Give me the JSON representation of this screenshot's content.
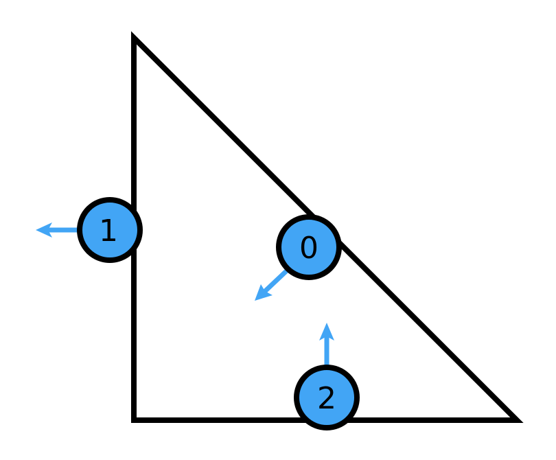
{
  "diagram": {
    "colors": {
      "stroke": "#000000",
      "accent": "#42a5f5",
      "background": "#ffffff"
    },
    "edges": [
      {
        "id": "edge-0",
        "label": "0",
        "normal_direction": "down-left"
      },
      {
        "id": "edge-1",
        "label": "1",
        "normal_direction": "left"
      },
      {
        "id": "edge-2",
        "label": "2",
        "normal_direction": "up"
      }
    ]
  }
}
